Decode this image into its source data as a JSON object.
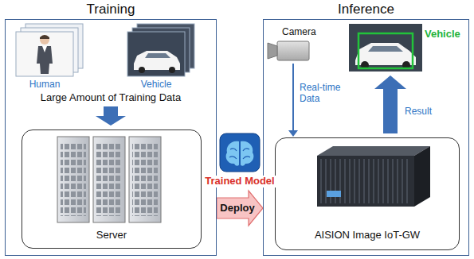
{
  "diagram": {
    "nodes": [
      {
        "text": [
          "Training"
        ]
      },
      {
        "text": [
          "Server"
        ],
        "in": 0
      },
      {
        "text": [
          "Inference"
        ]
      },
      {
        "text": [
          "AISION Image IoT-GW"
        ],
        "in": 2
      }
    ],
    "edges": [
      {
        "from": 0,
        "to": 2,
        "arrow": "to",
        "label": "Deploy"
      }
    ],
    "labels": [
      "Human",
      "Vehicle",
      "Large Amount of Training Data",
      "Trained Model",
      "Camera",
      "Real-time Data",
      "Vehicle",
      "Result"
    ]
  }
}
